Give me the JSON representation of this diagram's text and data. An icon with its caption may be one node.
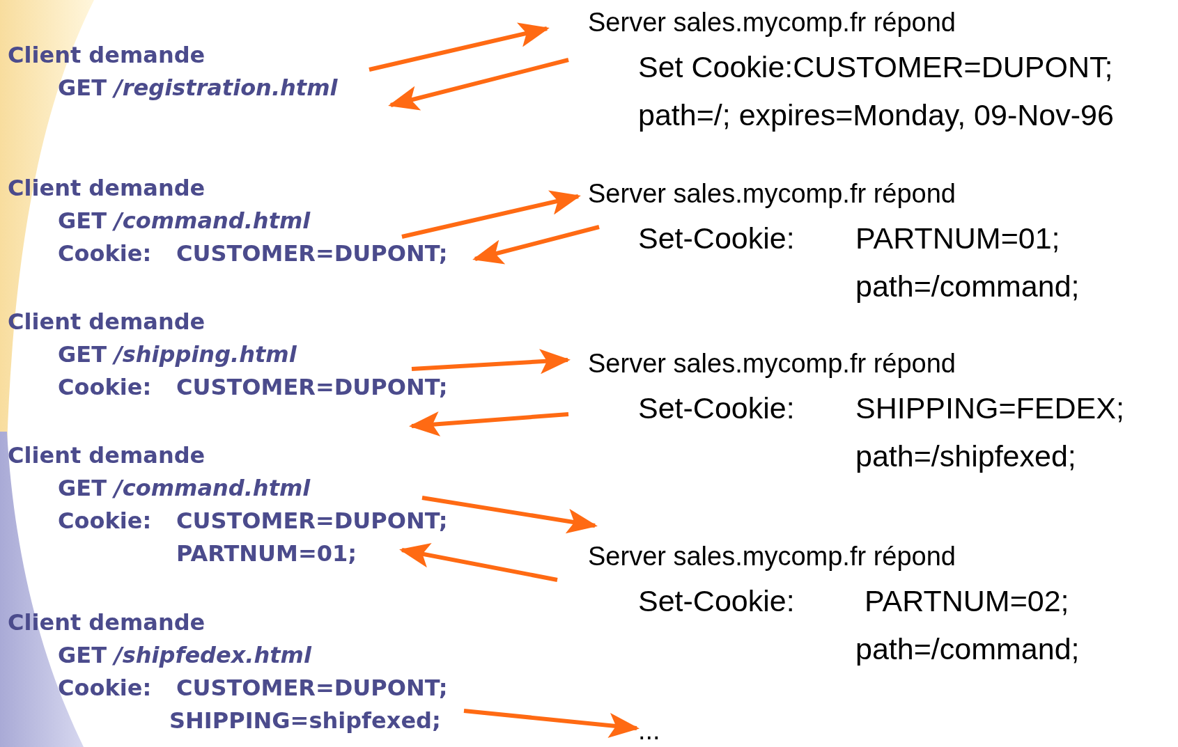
{
  "diagram": {
    "nodes": [
      {
        "text": [
          "Client demande",
          "GET */registration.html*"
        ]
      },
      {
        "text": [
          "Server sales.mycomp.fr répond",
          "Set Cookie:CUSTOMER=DUPONT;",
          "path=/; expires=Monday, 09-Nov-96"
        ]
      },
      {
        "text": [
          "Client demande",
          "GET */command.html*",
          "Cookie:",
          "CUSTOMER=DUPONT;"
        ]
      },
      {
        "text": [
          "Server sales.mycomp.fr répond",
          "Set-Cookie:",
          "PARTNUM=01;",
          "path=/command;"
        ]
      },
      {
        "text": [
          "Client demande",
          "GET */shipping.html*",
          "Cookie:",
          "CUSTOMER=DUPONT;"
        ]
      },
      {
        "text": [
          "Server sales.mycomp.fr répond",
          "Set-Cookie:",
          "SHIPPING=FEDEX;",
          "path=/shipfexed;"
        ]
      },
      {
        "text": [
          "Client demande",
          "GET */command.html*",
          "Cookie:",
          "CUSTOMER=DUPONT;",
          "PARTNUM=01;"
        ]
      },
      {
        "text": [
          "Server sales.mycomp.fr répond",
          "Set-Cookie:",
          "PARTNUM=02;",
          "path=/command;"
        ]
      },
      {
        "text": [
          "Client demande",
          "GET */shipfedex.html*",
          "Cookie:",
          "CUSTOMER=DUPONT;",
          "SHIPPING=shipfexed;"
        ]
      },
      {
        "text": [
          "..."
        ]
      }
    ],
    "edges": [
      {
        "from": 0,
        "to": 1,
        "arrow": "to"
      },
      {
        "from": 1,
        "to": 0,
        "arrow": "to"
      },
      {
        "from": 2,
        "to": 3,
        "arrow": "to"
      },
      {
        "from": 3,
        "to": 2,
        "arrow": "to"
      },
      {
        "from": 4,
        "to": 5,
        "arrow": "to"
      },
      {
        "from": 5,
        "to": 4,
        "arrow": "to"
      },
      {
        "from": 6,
        "to": 7,
        "arrow": "to"
      },
      {
        "from": 7,
        "to": 6,
        "arrow": "to"
      },
      {
        "from": 8,
        "to": 9,
        "arrow": "to"
      }
    ]
  }
}
